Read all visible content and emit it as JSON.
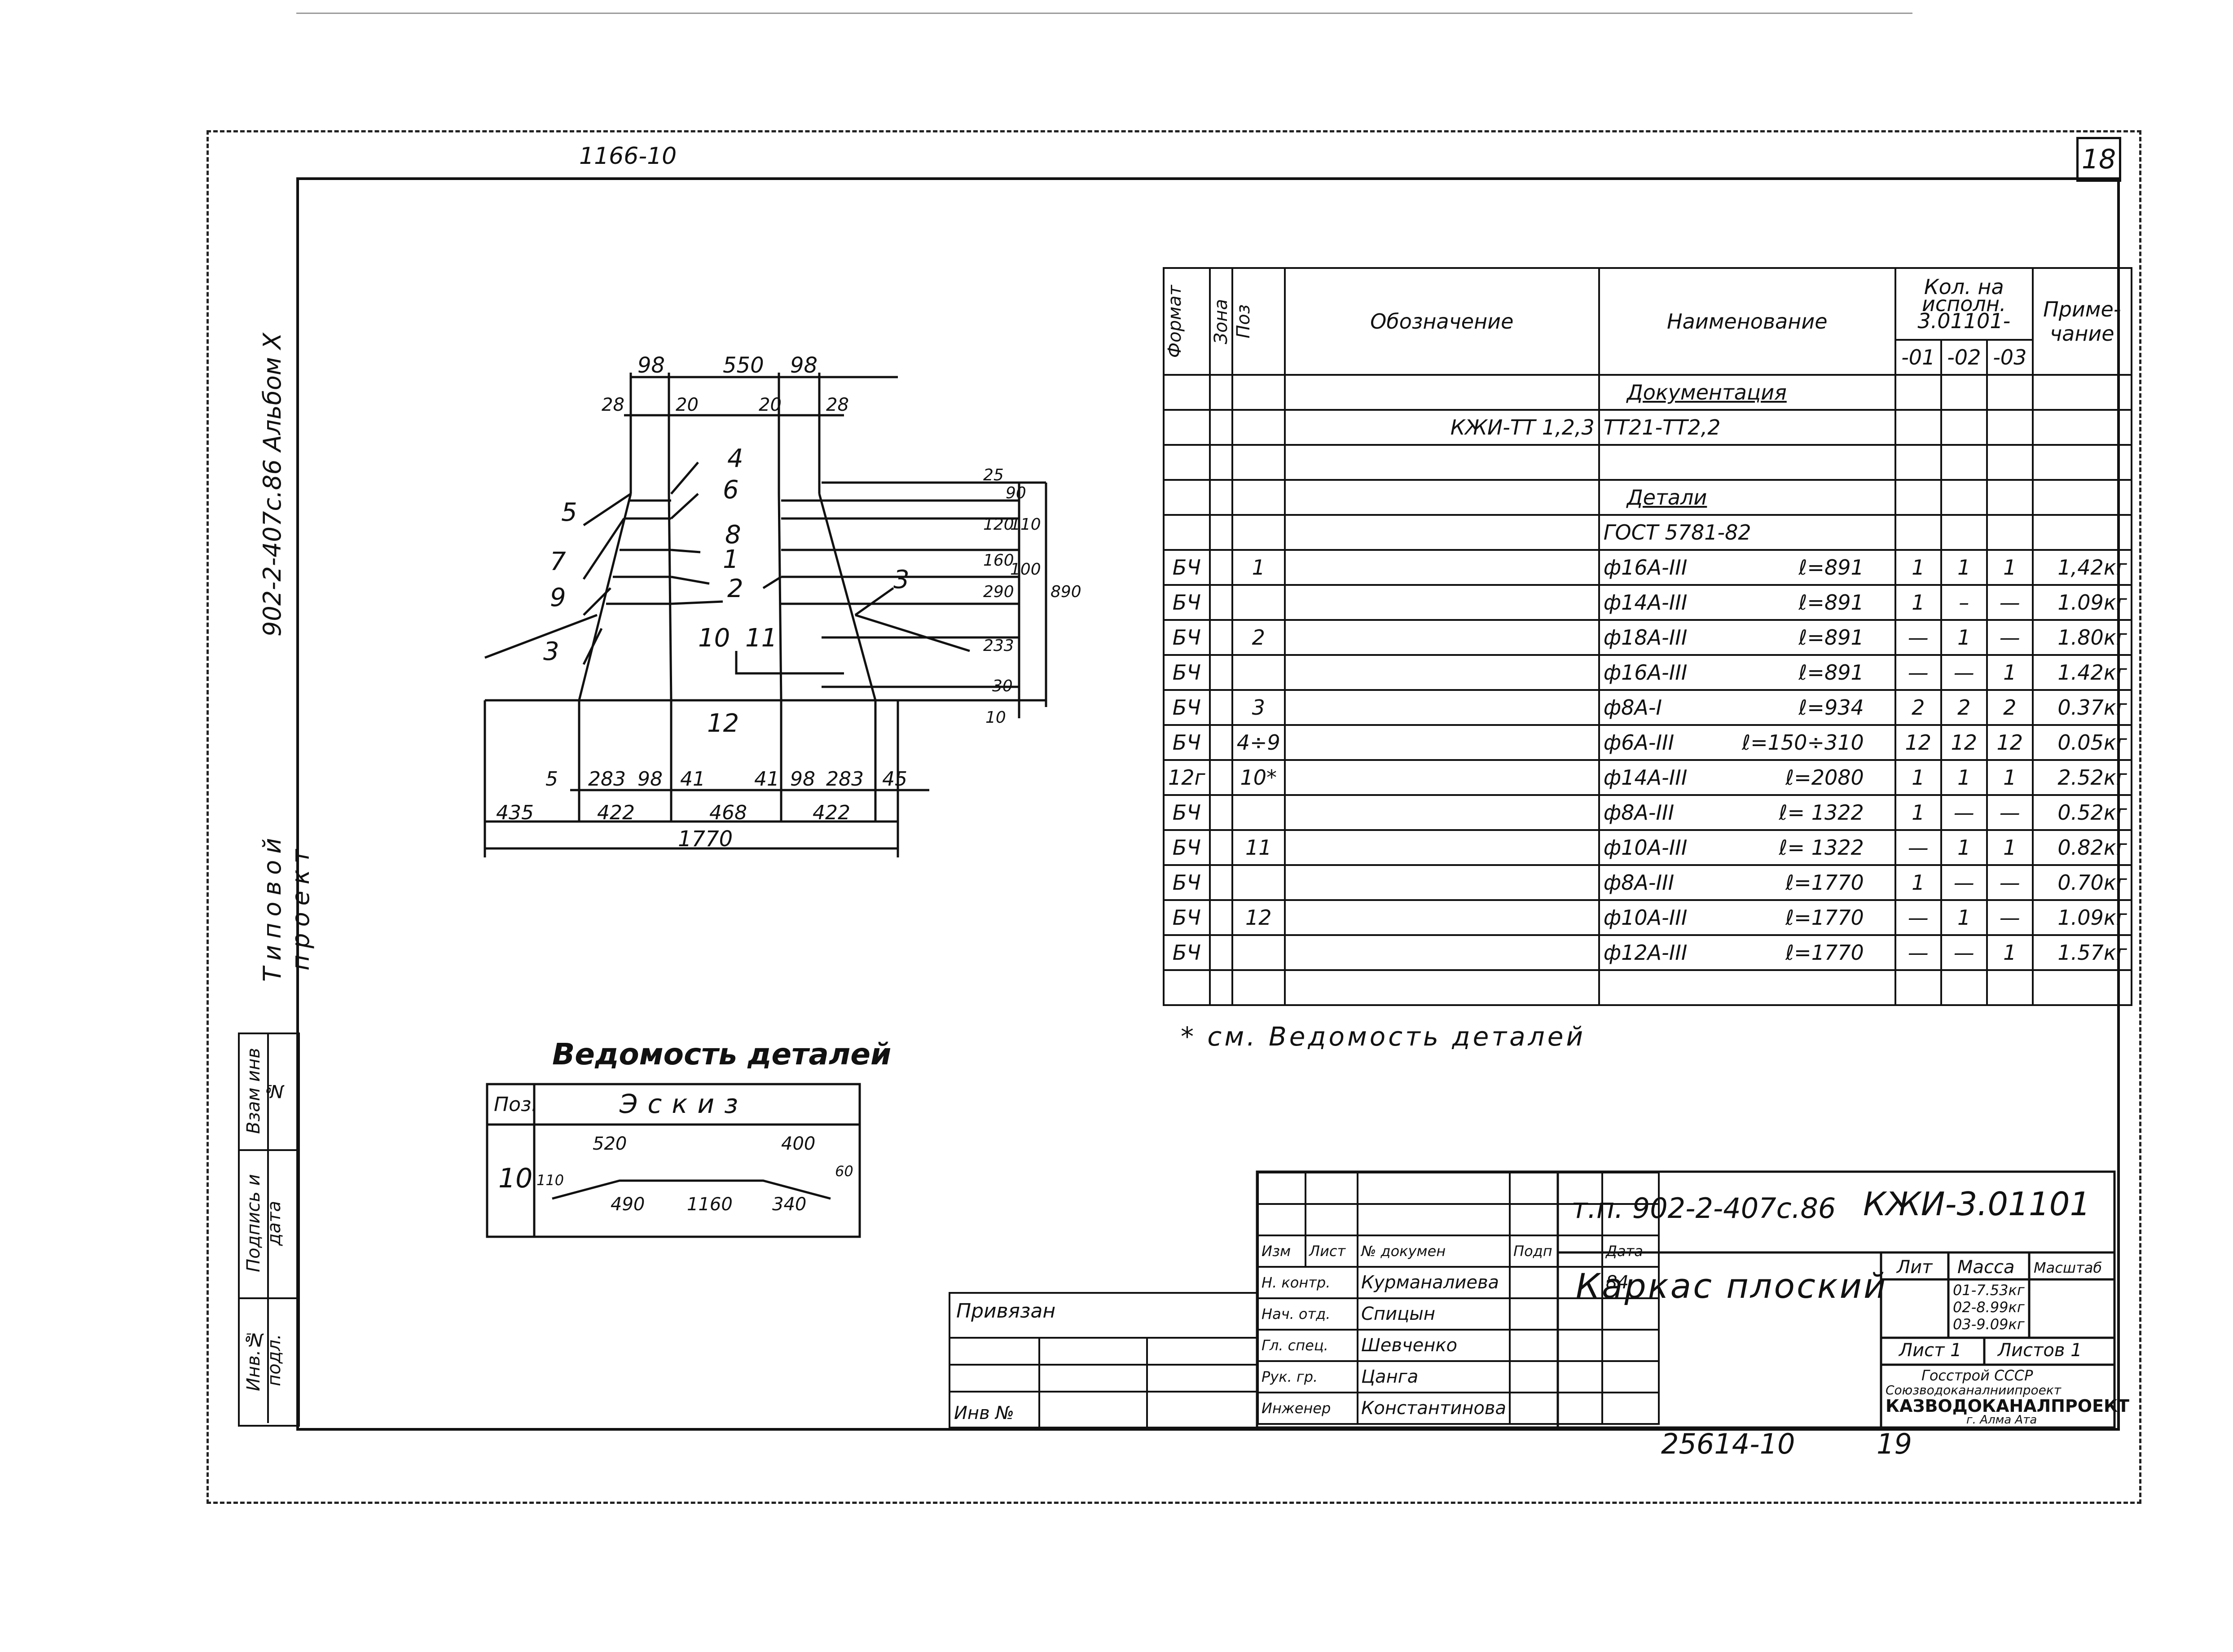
{
  "sheet_number": "18",
  "inventory_top": "1166-10",
  "side_margin": {
    "album": "902-2-407с.86 Альбом X",
    "project": "Типовой проект",
    "cells": [
      "Взам инв №",
      "Подпись и дата",
      "Инв.№ подл."
    ]
  },
  "spec_table": {
    "headers": {
      "format": "Формат",
      "zone": "Зона",
      "pos": "Поз",
      "designation": "Обозначение",
      "name": "Наименование",
      "qty": "Кол. на исполн. 3.01101-",
      "qty_cols": [
        "-01",
        "-02",
        "-03"
      ],
      "note": "Приме-чание"
    },
    "rows": [
      {
        "format": "",
        "pos": "",
        "designation": "",
        "name": "Документация",
        "q1": "",
        "q2": "",
        "q3": "",
        "note": ""
      },
      {
        "format": "",
        "pos": "",
        "designation": "КЖИ-ТТ 1,2,3",
        "name": "ТТ21-ТТ2,2",
        "q1": "",
        "q2": "",
        "q3": "",
        "note": ""
      },
      {
        "format": "",
        "pos": "",
        "designation": "",
        "name": "",
        "q1": "",
        "q2": "",
        "q3": "",
        "note": ""
      },
      {
        "format": "",
        "pos": "",
        "designation": "",
        "name": "Детали",
        "q1": "",
        "q2": "",
        "q3": "",
        "note": ""
      },
      {
        "format": "",
        "pos": "",
        "designation": "",
        "name": "ГОСТ 5781-82",
        "q1": "",
        "q2": "",
        "q3": "",
        "note": ""
      },
      {
        "format": "БЧ",
        "pos": "1",
        "designation": "",
        "name": "ф16А-III",
        "len": "ℓ=891",
        "q1": "1",
        "q2": "1",
        "q3": "1",
        "note": "1,42кг"
      },
      {
        "format": "БЧ",
        "pos": "",
        "designation": "",
        "name": "ф14А-III",
        "len": "ℓ=891",
        "q1": "1",
        "q2": "–",
        "q3": "—",
        "note": "1.09кг"
      },
      {
        "format": "БЧ",
        "pos": "2",
        "designation": "",
        "name": "ф18А-III",
        "len": "ℓ=891",
        "q1": "—",
        "q2": "1",
        "q3": "—",
        "note": "1.80кг"
      },
      {
        "format": "БЧ",
        "pos": "",
        "designation": "",
        "name": "ф16А-III",
        "len": "ℓ=891",
        "q1": "—",
        "q2": "—",
        "q3": "1",
        "note": "1.42кг"
      },
      {
        "format": "БЧ",
        "pos": "3",
        "designation": "",
        "name": "ф8А-I",
        "len": "ℓ=934",
        "q1": "2",
        "q2": "2",
        "q3": "2",
        "note": "0.37кг"
      },
      {
        "format": "БЧ",
        "pos": "4÷9",
        "designation": "",
        "name": "ф6А-III",
        "len": "ℓ=150÷310",
        "q1": "12",
        "q2": "12",
        "q3": "12",
        "note": "0.05кг"
      },
      {
        "format": "12г",
        "pos": "10*",
        "designation": "",
        "name": "ф14А-III",
        "len": "ℓ=2080",
        "q1": "1",
        "q2": "1",
        "q3": "1",
        "note": "2.52кг"
      },
      {
        "format": "БЧ",
        "pos": "",
        "designation": "",
        "name": "ф8А-III",
        "len": "ℓ= 1322",
        "q1": "1",
        "q2": "—",
        "q3": "—",
        "note": "0.52кг"
      },
      {
        "format": "БЧ",
        "pos": "11",
        "designation": "",
        "name": "ф10А-III",
        "len": "ℓ= 1322",
        "q1": "—",
        "q2": "1",
        "q3": "1",
        "note": "0.82кг"
      },
      {
        "format": "БЧ",
        "pos": "",
        "designation": "",
        "name": "ф8А-III",
        "len": "ℓ=1770",
        "q1": "1",
        "q2": "—",
        "q3": "—",
        "note": "0.70кг"
      },
      {
        "format": "БЧ",
        "pos": "12",
        "designation": "",
        "name": "ф10А-III",
        "len": "ℓ=1770",
        "q1": "—",
        "q2": "1",
        "q3": "—",
        "note": "1.09кг"
      },
      {
        "format": "БЧ",
        "pos": "",
        "designation": "",
        "name": "ф12А-III",
        "len": "ℓ=1770",
        "q1": "—",
        "q2": "—",
        "q3": "1",
        "note": "1.57кг"
      },
      {
        "format": "",
        "pos": "",
        "designation": "",
        "name": "",
        "q1": "",
        "q2": "",
        "q3": "",
        "note": ""
      }
    ]
  },
  "footnote": "* см. Ведомость деталей",
  "details": {
    "title": "Ведомость деталей",
    "col_pos": "Поз.",
    "col_sketch": "Эскиз",
    "pos": "10",
    "dims": [
      "520",
      "400",
      "110",
      "60",
      "490",
      "1160",
      "340"
    ]
  },
  "drawing": {
    "top_dims": [
      "98",
      "550",
      "98"
    ],
    "top_dims2": [
      "28",
      "20",
      "20",
      "28"
    ],
    "labels": [
      "4",
      "5",
      "6",
      "7",
      "8",
      "1",
      "9",
      "2",
      "3",
      "10",
      "11",
      "3",
      "12"
    ],
    "right_dims": [
      "25",
      "90",
      "120",
      "110",
      "160",
      "100",
      "290",
      "890",
      "233",
      "30",
      "10"
    ],
    "bottom_dims": [
      "5",
      "283",
      "98",
      "41",
      "41",
      "98",
      "283",
      "45"
    ],
    "bottom_dims2": [
      "435",
      "422",
      "468",
      "422"
    ],
    "total": "1770"
  },
  "title_block": {
    "project": "т.п. 902-2-407с.86",
    "code": "КЖИ-3.01101",
    "headers": [
      "Изм",
      "Лист",
      "№ докумен",
      "Подп",
      "Дата"
    ],
    "doc_name": "Каркас плоский",
    "lit": "Лит",
    "mass": "Масса",
    "scale": "Масштаб",
    "mass_values": [
      "01-7.53кг",
      "02-8.99кг",
      "03-9.09кг"
    ],
    "sheet": "Лист 1",
    "sheets": "Листов 1",
    "org": [
      "Госстрой СССР",
      "Союзводоканалниипроект",
      "КАЗВОДОКАНАЛПРОЕКТ",
      "г. Алма Ата"
    ],
    "people": [
      {
        "role": "Н. контр.",
        "name": "Курманалиева",
        "date": "84"
      },
      {
        "role": "Нач. отд.",
        "name": "Спицын",
        "date": ""
      },
      {
        "role": "Гл. спец.",
        "name": "Шевченко",
        "date": ""
      },
      {
        "role": "Рук. гр.",
        "name": "Цанга",
        "date": ""
      },
      {
        "role": "Инженер",
        "name": "Константинова",
        "date": ""
      }
    ],
    "privyazan": "Привязан",
    "inv_no": "Инв №"
  },
  "bottom_numbers": [
    "25614-10",
    "19"
  ]
}
